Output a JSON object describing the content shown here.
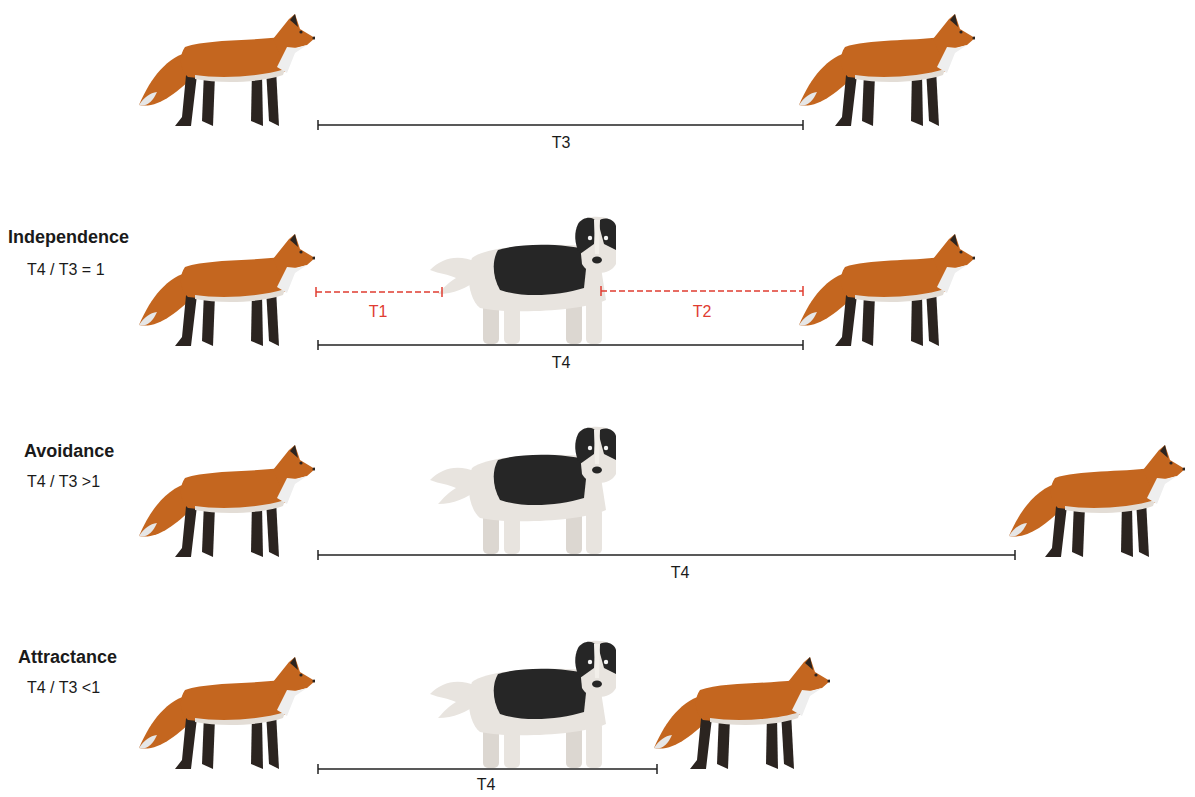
{
  "diagram": {
    "labels": [
      "T3",
      "Independence",
      "T4 / T3 = 1",
      "T1",
      "T2",
      "T4",
      "Avoidance",
      "T4 / T3 >1",
      "T4",
      "Attractance",
      "T4 / T3 <1",
      "T4"
    ]
  }
}
